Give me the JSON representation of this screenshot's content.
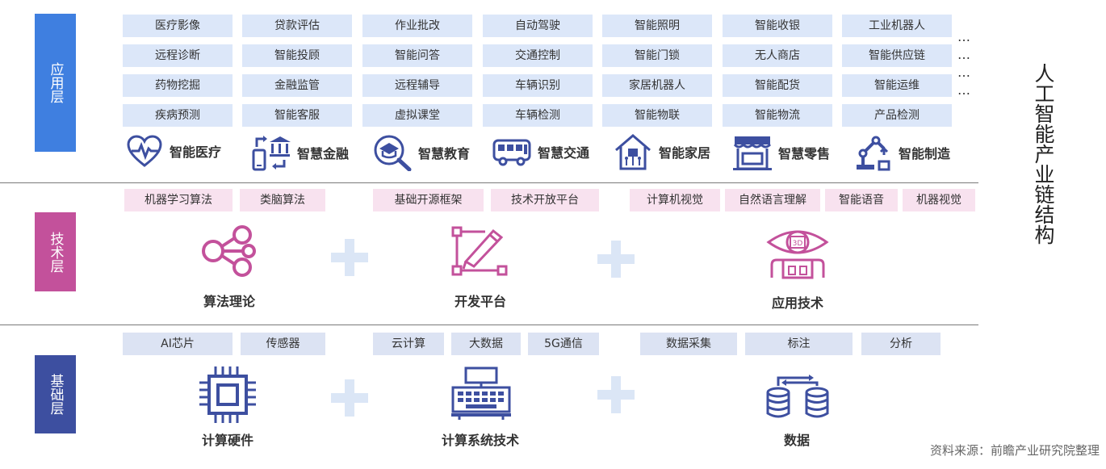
{
  "layers": {
    "application": {
      "label": "应用层",
      "color": "#3f7fe0"
    },
    "technology": {
      "label": "技术层",
      "color": "#c3519b"
    },
    "foundation": {
      "label": "基础层",
      "color": "#3d4fa0"
    }
  },
  "application_grid": {
    "columns": [
      [
        "医疗影像",
        "远程诊断",
        "药物挖掘",
        "疾病预测"
      ],
      [
        "贷款评估",
        "智能投顾",
        "金融监管",
        "智能客服"
      ],
      [
        "作业批改",
        "智能问答",
        "远程辅导",
        "虚拟课堂"
      ],
      [
        "自动驾驶",
        "交通控制",
        "车辆识别",
        "车辆检测"
      ],
      [
        "智能照明",
        "智能门锁",
        "家居机器人",
        "智能物联"
      ],
      [
        "智能收银",
        "无人商店",
        "智能配货",
        "智能物流"
      ],
      [
        "工业机器人",
        "智能供应链",
        "智能运维",
        "产品检测"
      ]
    ],
    "ellipsis": "…"
  },
  "sectors": [
    {
      "label": "智能医疗",
      "icon": "heart-pulse-icon"
    },
    {
      "label": "智慧金融",
      "icon": "bank-mobile-icon"
    },
    {
      "label": "智慧教育",
      "icon": "graduation-search-icon"
    },
    {
      "label": "智慧交通",
      "icon": "bus-icon"
    },
    {
      "label": "智能家居",
      "icon": "smart-house-icon"
    },
    {
      "label": "智慧零售",
      "icon": "store-icon"
    },
    {
      "label": "智能制造",
      "icon": "robot-arm-icon"
    }
  ],
  "technology": {
    "tags": [
      "机器学习算法",
      "类脑算法",
      "基础开源框架",
      "技术开放平台",
      "计算机视觉",
      "自然语言理解",
      "智能语音",
      "机器视觉"
    ],
    "groups": [
      {
        "caption": "算法理论",
        "icon": "share-nodes-icon"
      },
      {
        "caption": "开发平台",
        "icon": "design-pen-icon"
      },
      {
        "caption": "应用技术",
        "icon": "robot-vision-icon"
      }
    ]
  },
  "foundation": {
    "tags": [
      "AI芯片",
      "传感器",
      "云计算",
      "大数据",
      "5G通信",
      "数据采集",
      "标注",
      "分析"
    ],
    "groups": [
      {
        "caption": "计算硬件",
        "icon": "chip-icon"
      },
      {
        "caption": "计算系统技术",
        "icon": "computer-system-icon"
      },
      {
        "caption": "数据",
        "icon": "database-sync-icon"
      }
    ]
  },
  "title": "人工智能产业链结构",
  "source": "资料来源：前瞻产业研究院整理"
}
